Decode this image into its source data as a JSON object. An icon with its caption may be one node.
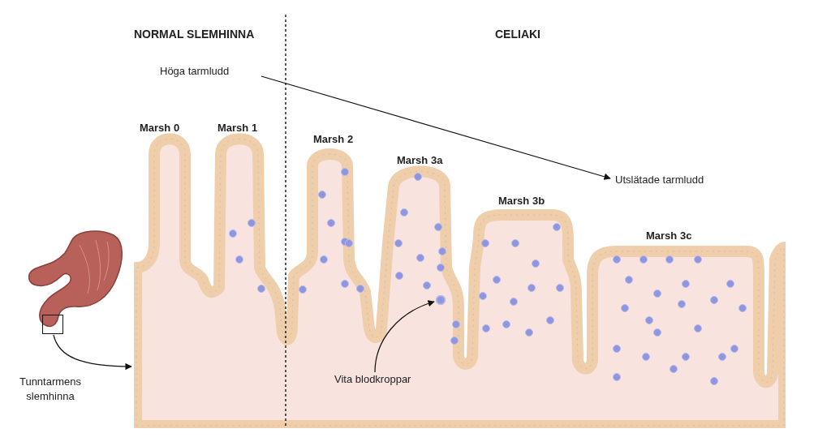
{
  "diagram": {
    "nodes": [
      {
        "text": [
          "Höga tarmludd"
        ]
      },
      {
        "text": [
          "Utslätade tarmludd"
        ]
      },
      {
        "text": [],
        "shape": "picture"
      },
      {
        "text": [],
        "shape": "box",
        "in": 2
      },
      {
        "text": [],
        "shape": "picture"
      },
      {
        "text": [
          "Vita blodkroppar"
        ],
        "in": 4
      },
      {
        "text": [],
        "shape": "circle",
        "in": 4
      }
    ],
    "edges": [
      {
        "from": 0,
        "to": 1,
        "arrow": "to"
      },
      {
        "from": 3,
        "to": 4,
        "arrow": "to"
      },
      {
        "from": 5,
        "to": 6,
        "arrow": "to"
      }
    ],
    "labels": [
      "NORMAL SLEMHINNA",
      "CELIAKI",
      "Marsh 0",
      "Marsh 1",
      "Marsh 2",
      "Marsh 3a",
      "Marsh 3b",
      "Marsh 3c",
      "Tunntarmens slemhinna"
    ]
  }
}
